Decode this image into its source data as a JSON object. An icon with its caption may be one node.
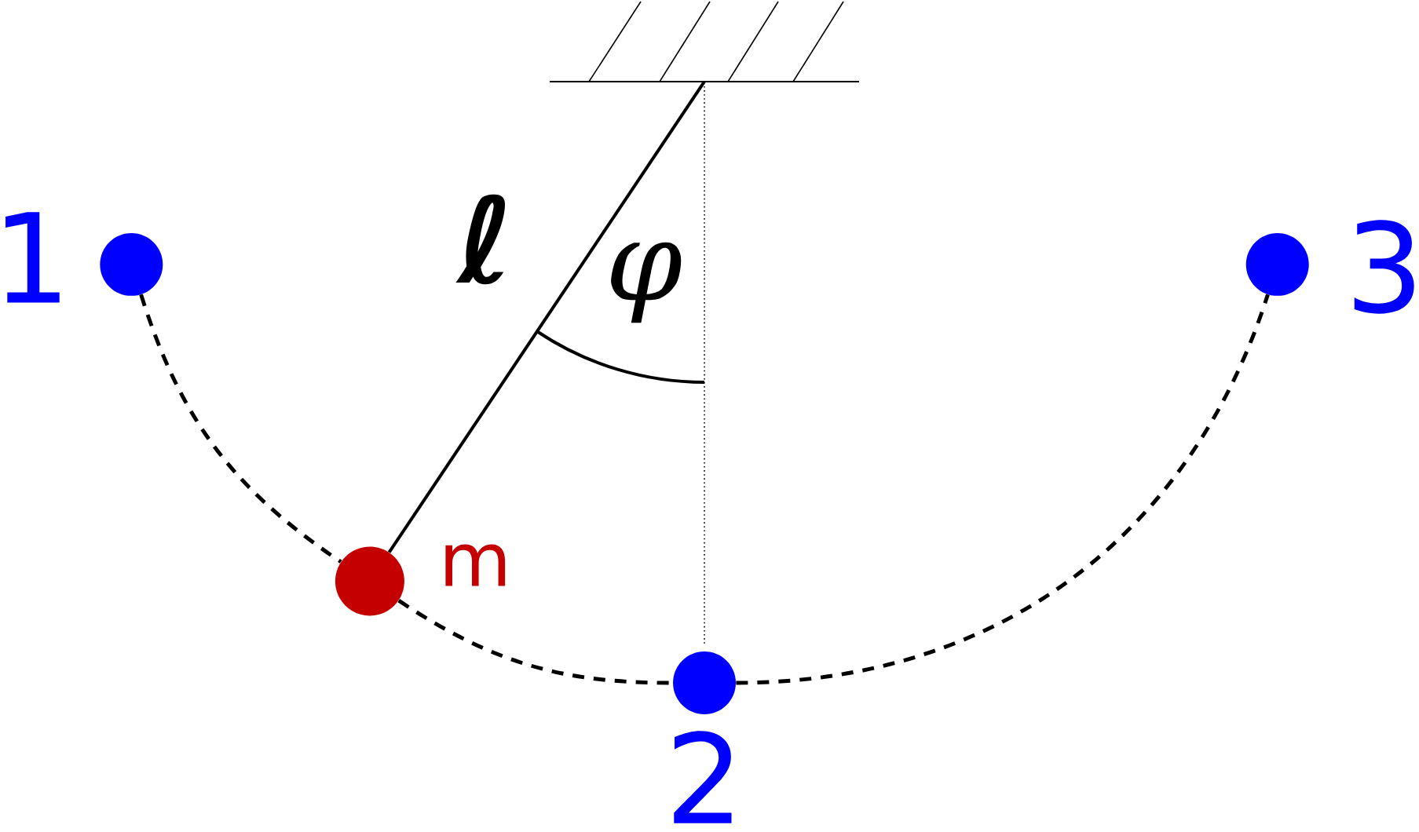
{
  "diagram": {
    "nodes": [
      {
        "text": [],
        "shape": "bar"
      },
      {
        "text": [],
        "shape": "circle",
        "beside": [
          "1"
        ]
      },
      {
        "text": [],
        "shape": "circle",
        "beside": [
          "m"
        ]
      },
      {
        "text": [],
        "shape": "circle",
        "beside": [
          "2"
        ]
      },
      {
        "text": [],
        "shape": "circle",
        "beside": [
          "3"
        ]
      }
    ],
    "edges": [
      {
        "from": 0,
        "to": 2,
        "arrow": "none"
      },
      {
        "from": 1,
        "to": 2,
        "arrow": "none",
        "style": "dashed"
      },
      {
        "from": 2,
        "to": 3,
        "arrow": "none",
        "style": "dashed"
      },
      {
        "from": 3,
        "to": 4,
        "arrow": "none",
        "style": "dashed"
      }
    ],
    "labels": [
      "ℓ",
      "φ"
    ]
  }
}
